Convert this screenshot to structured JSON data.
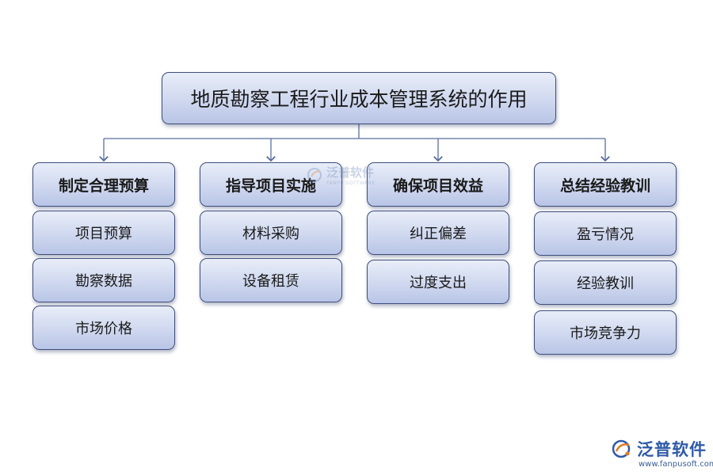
{
  "title": "地质勘察工程行业成本管理系统的作用",
  "categories": [
    {
      "label": "制定合理预算",
      "items": [
        "项目预算",
        "勘察数据",
        "市场价格"
      ]
    },
    {
      "label": "指导项目实施",
      "items": [
        "材料采购",
        "设备租赁"
      ]
    },
    {
      "label": "确保项目效益",
      "items": [
        "纠正偏差",
        "过度支出"
      ]
    },
    {
      "label": "总结经验教训",
      "items": [
        "盈亏情况",
        "经验教训",
        "市场竞争力"
      ]
    }
  ],
  "watermark": {
    "text": "泛普软件",
    "sub": "FANPU SOFTWARE"
  },
  "logo": {
    "name": "泛普软件",
    "url": "www.fanpusoft.com"
  },
  "colors": {
    "box_border": "#3f4f7c",
    "box_fill_top": "#e8edf8",
    "box_fill_bottom": "#b9c5e6",
    "connector": "#5a6f9e",
    "logo": "#2e5aa8"
  }
}
